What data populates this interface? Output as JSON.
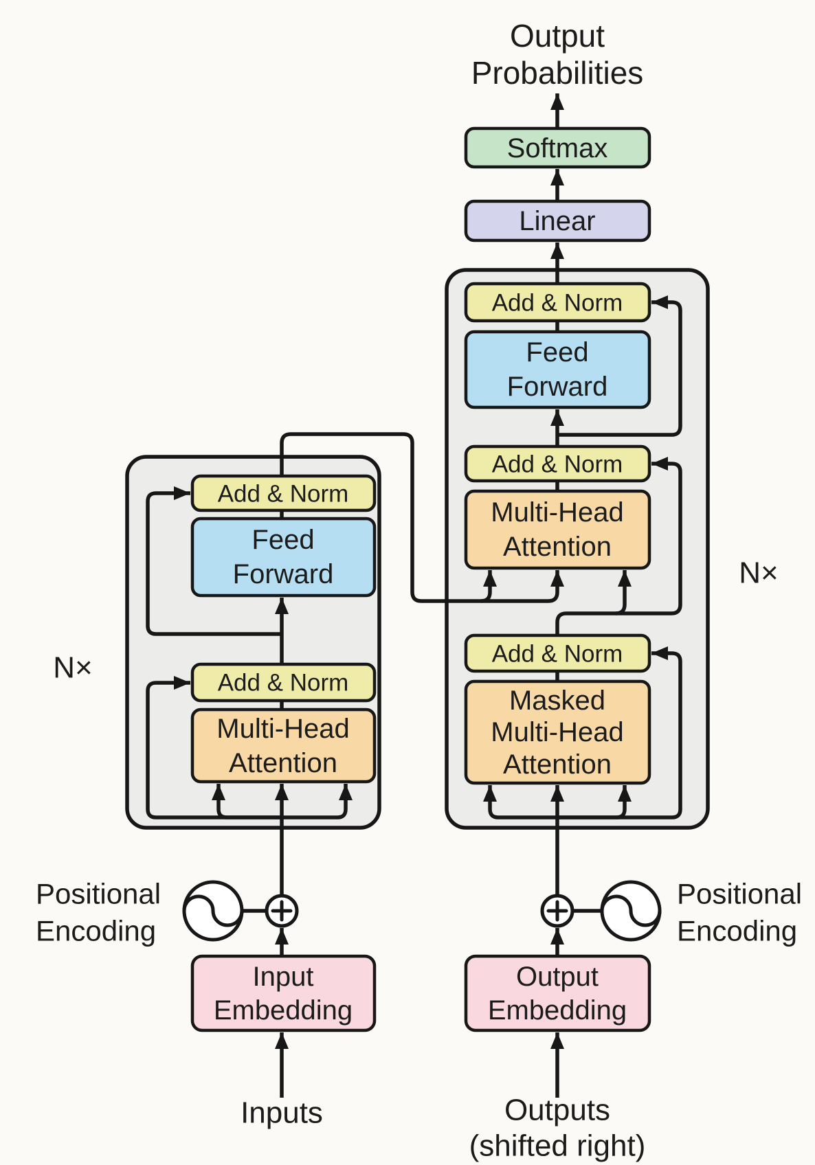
{
  "diagram": {
    "title_line1": "Output",
    "title_line2": "Probabilities",
    "softmax_label": "Softmax",
    "linear_label": "Linear",
    "add_norm_label": "Add & Norm",
    "feed_forward_line1": "Feed",
    "feed_forward_line2": "Forward",
    "attention_line1": "Multi-Head",
    "attention_line2": "Attention",
    "masked_line1": "Masked",
    "masked_line2": "Multi-Head",
    "masked_line3": "Attention",
    "input_embedding_line1": "Input",
    "input_embedding_line2": "Embedding",
    "output_embedding_line1": "Output",
    "output_embedding_line2": "Embedding",
    "positional_line1": "Positional",
    "positional_line2": "Encoding",
    "n_times_label": "N×",
    "inputs_label": "Inputs",
    "outputs_line1": "Outputs",
    "outputs_line2": "(shifted right)"
  },
  "colors": {
    "background": "#fbfaf7",
    "block_fill": "#ececea",
    "add_norm": "#efeca9",
    "feed_forward": "#b5def2",
    "attention": "#f8d9a6",
    "softmax": "#c6e4c7",
    "linear": "#d4d4ec",
    "embedding": "#f9d8df",
    "line": "#171717"
  }
}
